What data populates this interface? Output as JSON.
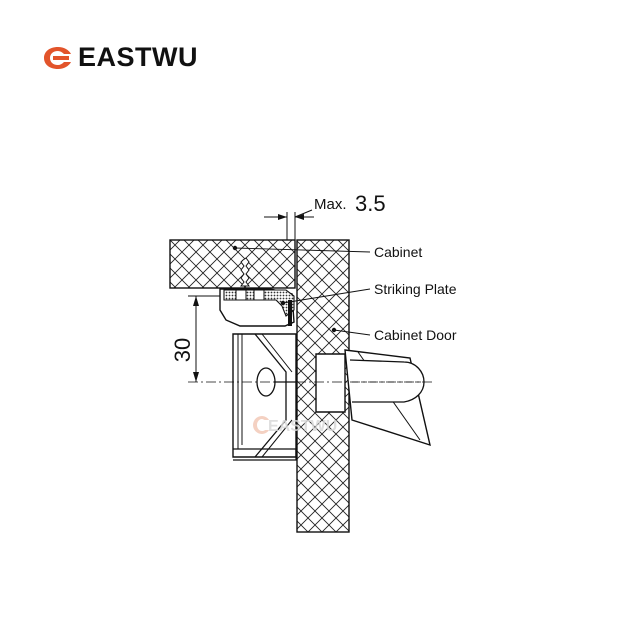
{
  "brand": {
    "name": "EASTWU",
    "watermark": "EASTWU",
    "accent_color": "#e2542b",
    "logo_icon": "eastwu-logo-icon"
  },
  "labels": {
    "cabinet": "Cabinet",
    "striking_plate": "Striking Plate",
    "cabinet_door": "Cabinet Door"
  },
  "dimensions": {
    "gap_prefix": "Max.",
    "gap_value": "3.5",
    "height_value": "30"
  }
}
